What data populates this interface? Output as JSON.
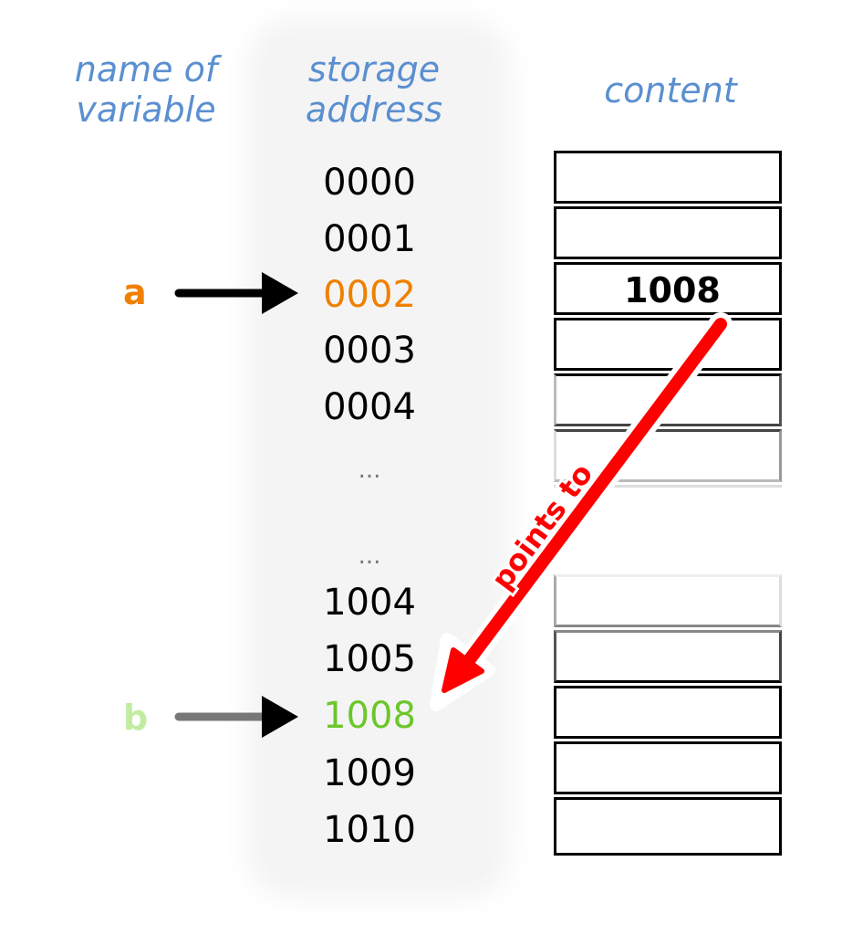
{
  "headers": {
    "name_of_variable": [
      "name of",
      "variable"
    ],
    "storage_address": [
      "storage",
      "address"
    ],
    "content": "content"
  },
  "addresses": [
    {
      "value": "0000",
      "color": "#000000"
    },
    {
      "value": "0001",
      "color": "#000000"
    },
    {
      "value": "0002",
      "color": "#f08000"
    },
    {
      "value": "0003",
      "color": "#000000"
    },
    {
      "value": "0004",
      "color": "#000000"
    },
    {
      "value": "...",
      "color": "#777777"
    },
    {
      "value": "...",
      "color": "#777777"
    },
    {
      "value": "1004",
      "color": "#000000"
    },
    {
      "value": "1005",
      "color": "#000000"
    },
    {
      "value": "1008",
      "color": "#6cc72b"
    },
    {
      "value": "1009",
      "color": "#000000"
    },
    {
      "value": "1010",
      "color": "#000000"
    }
  ],
  "variables": {
    "a": {
      "label": "a",
      "color": "#f08000",
      "points_to_address": "0002",
      "arrow_color": "#000000"
    },
    "b": {
      "label": "b",
      "color": "#c2eda0",
      "points_to_address": "1008",
      "arrow_color": "#777777"
    }
  },
  "content_cells": {
    "value_in_a": "1008"
  },
  "pointer_arrow": {
    "label": "points to",
    "color": "#ff0000"
  }
}
